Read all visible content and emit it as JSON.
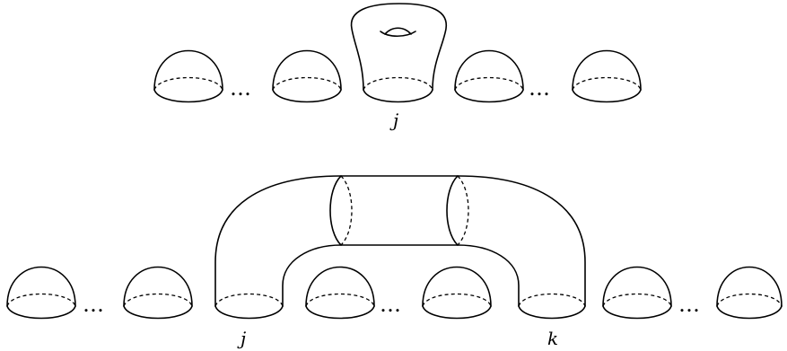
{
  "top_row": {
    "left_ellipsis": "…",
    "right_ellipsis": "…",
    "label_j": "j"
  },
  "bottom_row": {
    "left_ellipsis": "…",
    "middle_ellipsis": "…",
    "right_ellipsis": "…",
    "label_j": "j",
    "label_k": "k"
  }
}
